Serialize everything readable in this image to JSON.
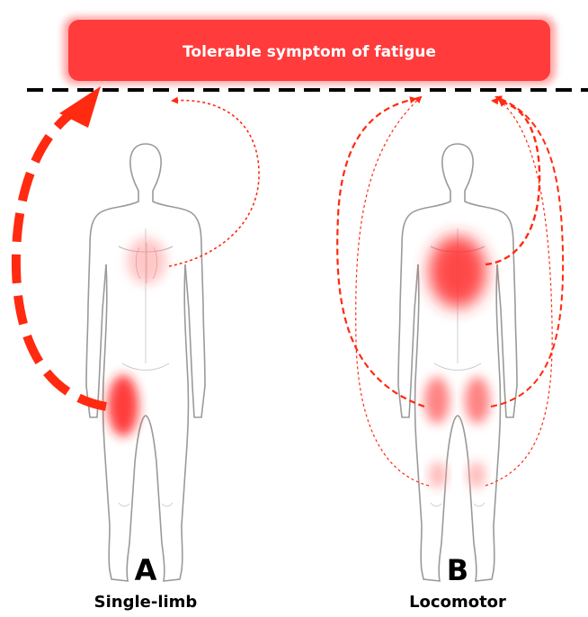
{
  "banner": {
    "label": "Tolerable symptom of fatigue",
    "color": "#ff3b3b"
  },
  "colors": {
    "arrow": "#ff2a10",
    "threshold_line": "#000000",
    "body_outline": "#9a9a9a"
  },
  "panels": [
    {
      "letter": "A",
      "subtitle": "Single-limb",
      "regions": [
        "chest",
        "thigh"
      ]
    },
    {
      "letter": "B",
      "subtitle": "Locomotor",
      "regions": [
        "chest",
        "thighs",
        "calves"
      ]
    }
  ]
}
